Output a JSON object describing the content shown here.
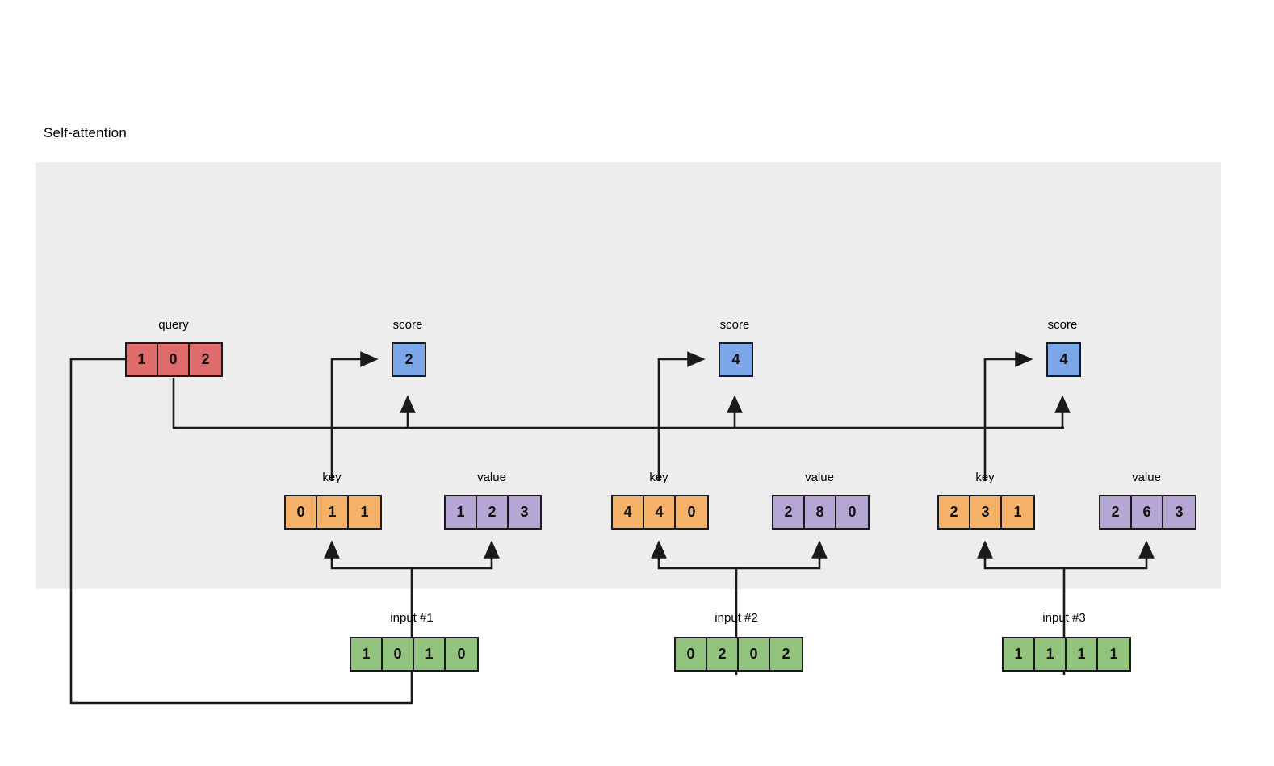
{
  "title": "Self-attention",
  "colors": {
    "panel_bg": "#ededed",
    "page_bg": "#ffffff",
    "query": "#e06b6b",
    "key": "#f5b167",
    "value": "#b4a7d6",
    "input": "#93c47d",
    "score": "#7ba7e8",
    "stroke": "#1a1a1a"
  },
  "labels": {
    "query": "query",
    "key": "key",
    "value": "value",
    "score": "score",
    "input1": "input #1",
    "input2": "input #2",
    "input3": "input #3"
  },
  "chart_data": {
    "type": "diagram",
    "title": "Self-attention",
    "query": {
      "label": "query",
      "values": [
        1,
        0,
        2
      ]
    },
    "columns": [
      {
        "input": {
          "label": "input #1",
          "values": [
            1,
            0,
            1,
            0
          ]
        },
        "key": {
          "label": "key",
          "values": [
            0,
            1,
            1
          ]
        },
        "value": {
          "label": "value",
          "values": [
            1,
            2,
            3
          ]
        },
        "score": {
          "label": "score",
          "value": 2
        }
      },
      {
        "input": {
          "label": "input #2",
          "values": [
            0,
            2,
            0,
            2
          ]
        },
        "key": {
          "label": "key",
          "values": [
            4,
            4,
            0
          ]
        },
        "value": {
          "label": "value",
          "values": [
            2,
            8,
            0
          ]
        },
        "score": {
          "label": "score",
          "value": 4
        }
      },
      {
        "input": {
          "label": "input #3",
          "values": [
            1,
            1,
            1,
            1
          ]
        },
        "key": {
          "label": "key",
          "values": [
            2,
            3,
            1
          ]
        },
        "value": {
          "label": "value",
          "values": [
            2,
            6,
            3
          ]
        },
        "score": {
          "label": "score",
          "value": 4
        }
      }
    ]
  }
}
